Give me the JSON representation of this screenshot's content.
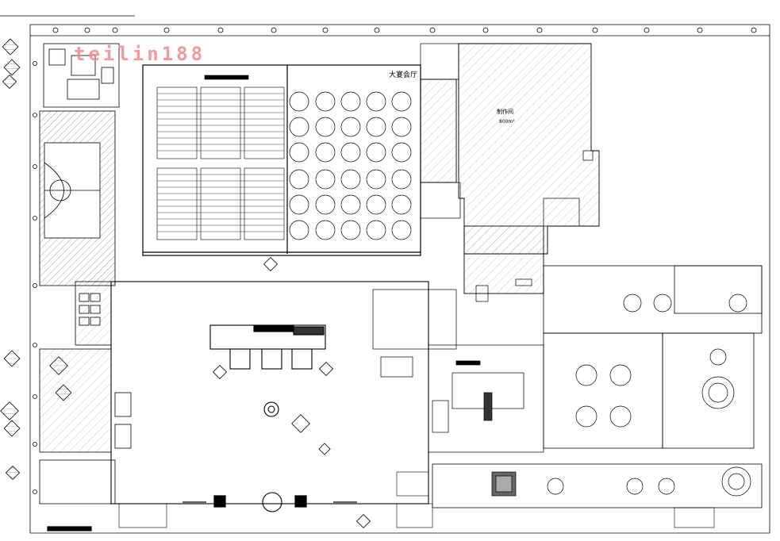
{
  "watermark": "teilin188",
  "labels": {
    "banquet_hall": "大宴会厅",
    "workshop": "制作间",
    "area": "800m²"
  },
  "colors": {
    "line": "#000000",
    "hatch": "#555555",
    "watermark": "#f08a8a"
  }
}
